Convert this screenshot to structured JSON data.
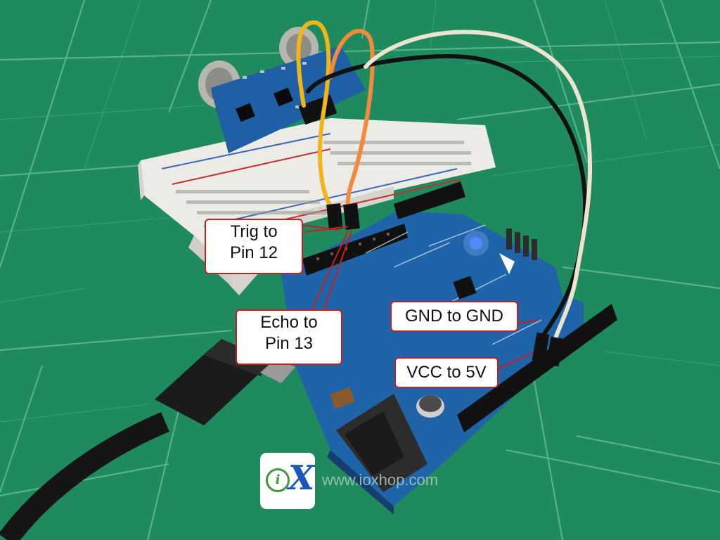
{
  "callouts": {
    "trig": {
      "line1": "Trig to",
      "line2": "Pin 12"
    },
    "echo": {
      "line1": "Echo to",
      "line2": "Pin 13"
    },
    "gnd": {
      "text": "GND to GND"
    },
    "vcc": {
      "text": "VCC to 5V"
    }
  },
  "watermark": {
    "logo_i": "i",
    "logo_x": "X",
    "url": "www.ioxhop.com"
  },
  "colors": {
    "callout_border": "#c81e1e",
    "cutting_mat": "#1f8a5e",
    "board": "#1f63a8",
    "wire_yellow": "#f1b51c",
    "wire_orange": "#f08a3c",
    "wire_black": "#111111",
    "wire_white": "#ece4cf",
    "status_led": "#3a7bff"
  }
}
